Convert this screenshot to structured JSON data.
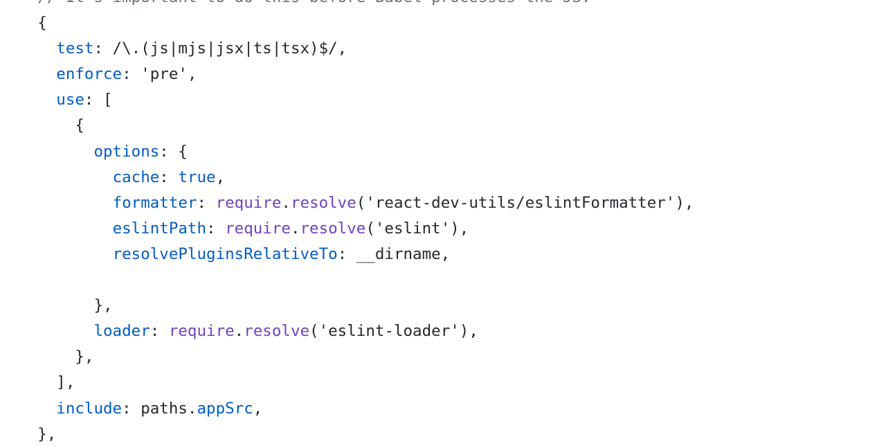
{
  "colors": {
    "background": "#ffffff",
    "plain_text": "#24292e",
    "comment": "#6a737d",
    "property_key": "#005cc5",
    "function_call": "#6f42c1"
  },
  "code": {
    "line_01": {
      "comment": "// It's important to do this before Babel processes the JS."
    },
    "line_02": {
      "indent": "    ",
      "brace": "{"
    },
    "line_03": {
      "indent": "      ",
      "key": "test",
      "rest": ": /\\.(js|mjs|jsx|ts|tsx)$/,"
    },
    "line_04": {
      "indent": "      ",
      "key": "enforce",
      "rest": ": 'pre',"
    },
    "line_05": {
      "indent": "      ",
      "key": "use",
      "rest": ": ["
    },
    "line_06": {
      "indent": "        ",
      "brace": "{"
    },
    "line_07": {
      "indent": "          ",
      "key": "options",
      "rest": ": {"
    },
    "line_08": {
      "indent": "            ",
      "key": "cache",
      "sep": ": ",
      "value": "true",
      "end": ","
    },
    "line_09": {
      "indent": "            ",
      "key": "formatter",
      "sep": ": ",
      "obj": "require",
      "dot": ".",
      "method": "resolve",
      "args": "('react-dev-utils/eslintFormatter'),"
    },
    "line_10": {
      "indent": "            ",
      "key": "eslintPath",
      "sep": ": ",
      "obj": "require",
      "dot": ".",
      "method": "resolve",
      "args": "('eslint'),"
    },
    "line_11": {
      "indent": "            ",
      "key": "resolvePluginsRelativeTo",
      "rest": ": __dirname,"
    },
    "line_12": {
      "blank": " "
    },
    "line_13": {
      "indent": "          ",
      "brace": "},"
    },
    "line_14": {
      "indent": "          ",
      "key": "loader",
      "sep": ": ",
      "obj": "require",
      "dot": ".",
      "method": "resolve",
      "args": "('eslint-loader'),"
    },
    "line_15": {
      "indent": "        ",
      "brace": "},"
    },
    "line_16": {
      "indent": "      ",
      "brace": "],"
    },
    "line_17": {
      "indent": "      ",
      "key": "include",
      "sep": ": ",
      "ident": "paths.",
      "prop": "appSrc",
      "end": ","
    },
    "line_18": {
      "indent": "    ",
      "brace": "},"
    }
  }
}
